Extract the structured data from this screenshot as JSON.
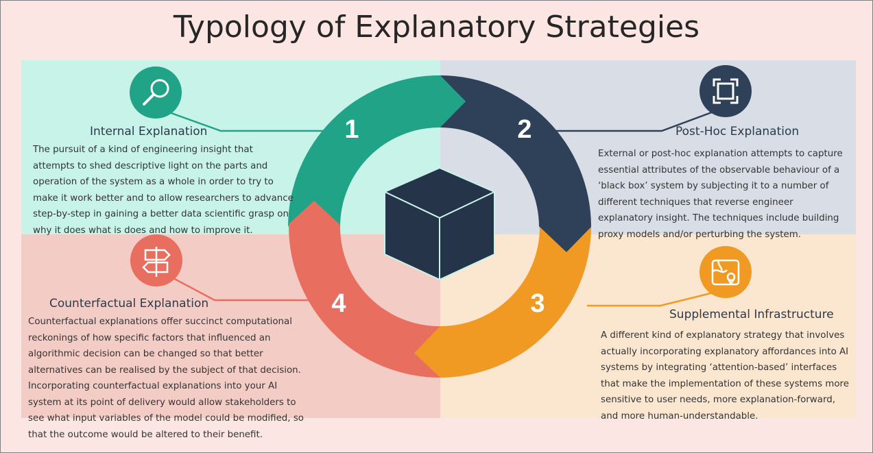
{
  "title": "Typology of Explanatory Strategies",
  "colors": {
    "teal": "#20a386",
    "navy": "#2e4159",
    "orange": "#f09a24",
    "coral": "#e86f5f",
    "cube": "#253449"
  },
  "segments": [
    {
      "number": "1",
      "icon": "magnifier-icon",
      "heading": "Internal Explanation",
      "text": "The pursuit of a kind of engineering insight that attempts to shed descriptive light on the parts and operation of the system as a whole in order to try to make it work better and to allow researchers to advance step-by-step in gaining a better data scientific grasp on why it does what is does and how to improve it."
    },
    {
      "number": "2",
      "icon": "frame-corners-icon",
      "heading": "Post-Hoc Explanation",
      "text": "External or post-hoc explanation attempts to capture essential attributes of the observable behaviour of a ‘black box’ system by subjecting it to a number of different techniques that reverse engineer explanatory insight. The techniques include building proxy models and/or perturbing the system."
    },
    {
      "number": "3",
      "icon": "map-pin-icon",
      "heading": "Supplemental Infrastructure",
      "text": "A different kind of explanatory strategy that involves actually incorporating explanatory affordances into AI systems by integrating ‘attention-based’ interfaces that make the implementation of these systems more sensitive to user needs, more explanation-forward, and more human-understandable."
    },
    {
      "number": "4",
      "icon": "signpost-icon",
      "heading": "Counterfactual Explanation",
      "text": "Counterfactual explanations offer succinct computational reckonings of how specific factors that influenced an algorithmic decision can be changed so that better alternatives can be realised by the subject of that decision. Incorporating counterfactual explanations into your AI system at its point of delivery would allow stakeholders to see what input variables of the model could be modified, so that the outcome would be altered to their benefit."
    }
  ]
}
